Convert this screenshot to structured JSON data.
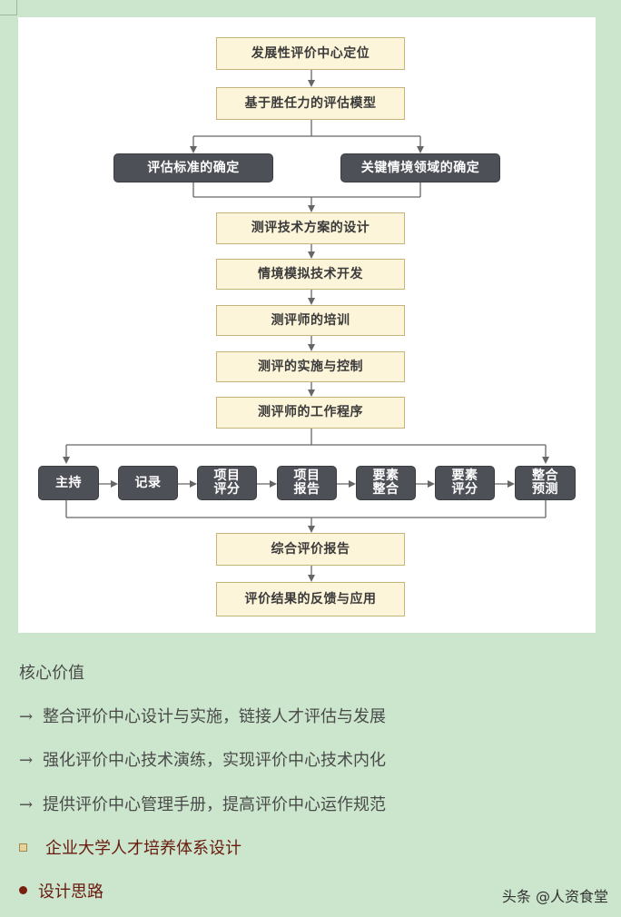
{
  "flowchart": {
    "top_boxes": [
      "发展性评价中心定位",
      "基于胜任力的评估模型"
    ],
    "split_boxes": [
      "评估标准的确定",
      "关键情境领域的确定"
    ],
    "middle_boxes": [
      "测评技术方案的设计",
      "情境模拟技术开发",
      "测评师的培训",
      "测评的实施与控制",
      "测评师的工作程序"
    ],
    "process_steps": [
      "主持",
      "记录",
      "项目\n评分",
      "项目\n报告",
      "要素\n整合",
      "要素\n评分",
      "整合\n预测"
    ],
    "bottom_boxes": [
      "综合评价报告",
      "评价结果的反馈与应用"
    ],
    "colors": {
      "light_fill": "#fdf5d9",
      "dark_fill": "#4e5057",
      "line": "#666666"
    }
  },
  "content": {
    "heading": "核心价值",
    "arrow_symbol": "→",
    "items": [
      "整合评价中心设计与实施，链接人才评估与发展",
      "强化评价中心技术演练，实现评价中心技术内化",
      "提供评价中心管理手册，提高评价中心运作规范"
    ],
    "section_title": "企业大学人才培养体系设计",
    "subsection_title": "设计思路"
  },
  "watermark": "头条 @人资食堂"
}
